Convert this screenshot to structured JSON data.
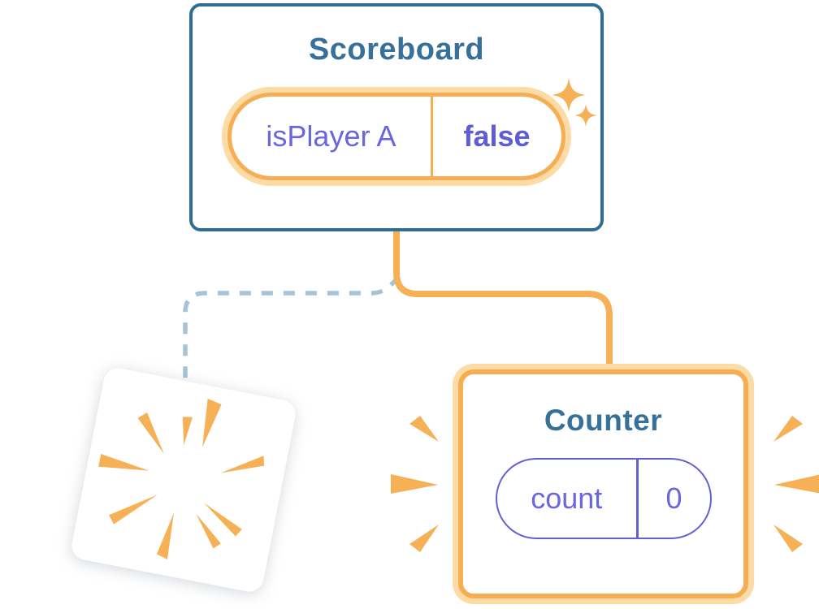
{
  "scoreboard": {
    "title": "Scoreboard",
    "state": {
      "key": "isPlayer A",
      "value": "false"
    }
  },
  "counter": {
    "title": "Counter",
    "state": {
      "key": "count",
      "value": "0"
    }
  },
  "icons": {
    "sparkles": "sparkle-stars",
    "explosion": "starburst-explosion",
    "excitement": "excitement-burst-rays"
  },
  "connectors": {
    "scoreboard_to_counter": {
      "style": "solid",
      "color": "#f6b157"
    },
    "scoreboard_to_destroyed": {
      "style": "dashed",
      "color": "#a6c3d8"
    }
  },
  "colors": {
    "card_border_blue": "#2e6d96",
    "title_blue": "#37719a",
    "orange": "#f6ae54",
    "orange_light": "#fcdba4",
    "purple": "#6966de",
    "purple_bold": "#5f5cd8",
    "dash_blue": "#a6c3d8",
    "background": "#ffffff"
  }
}
